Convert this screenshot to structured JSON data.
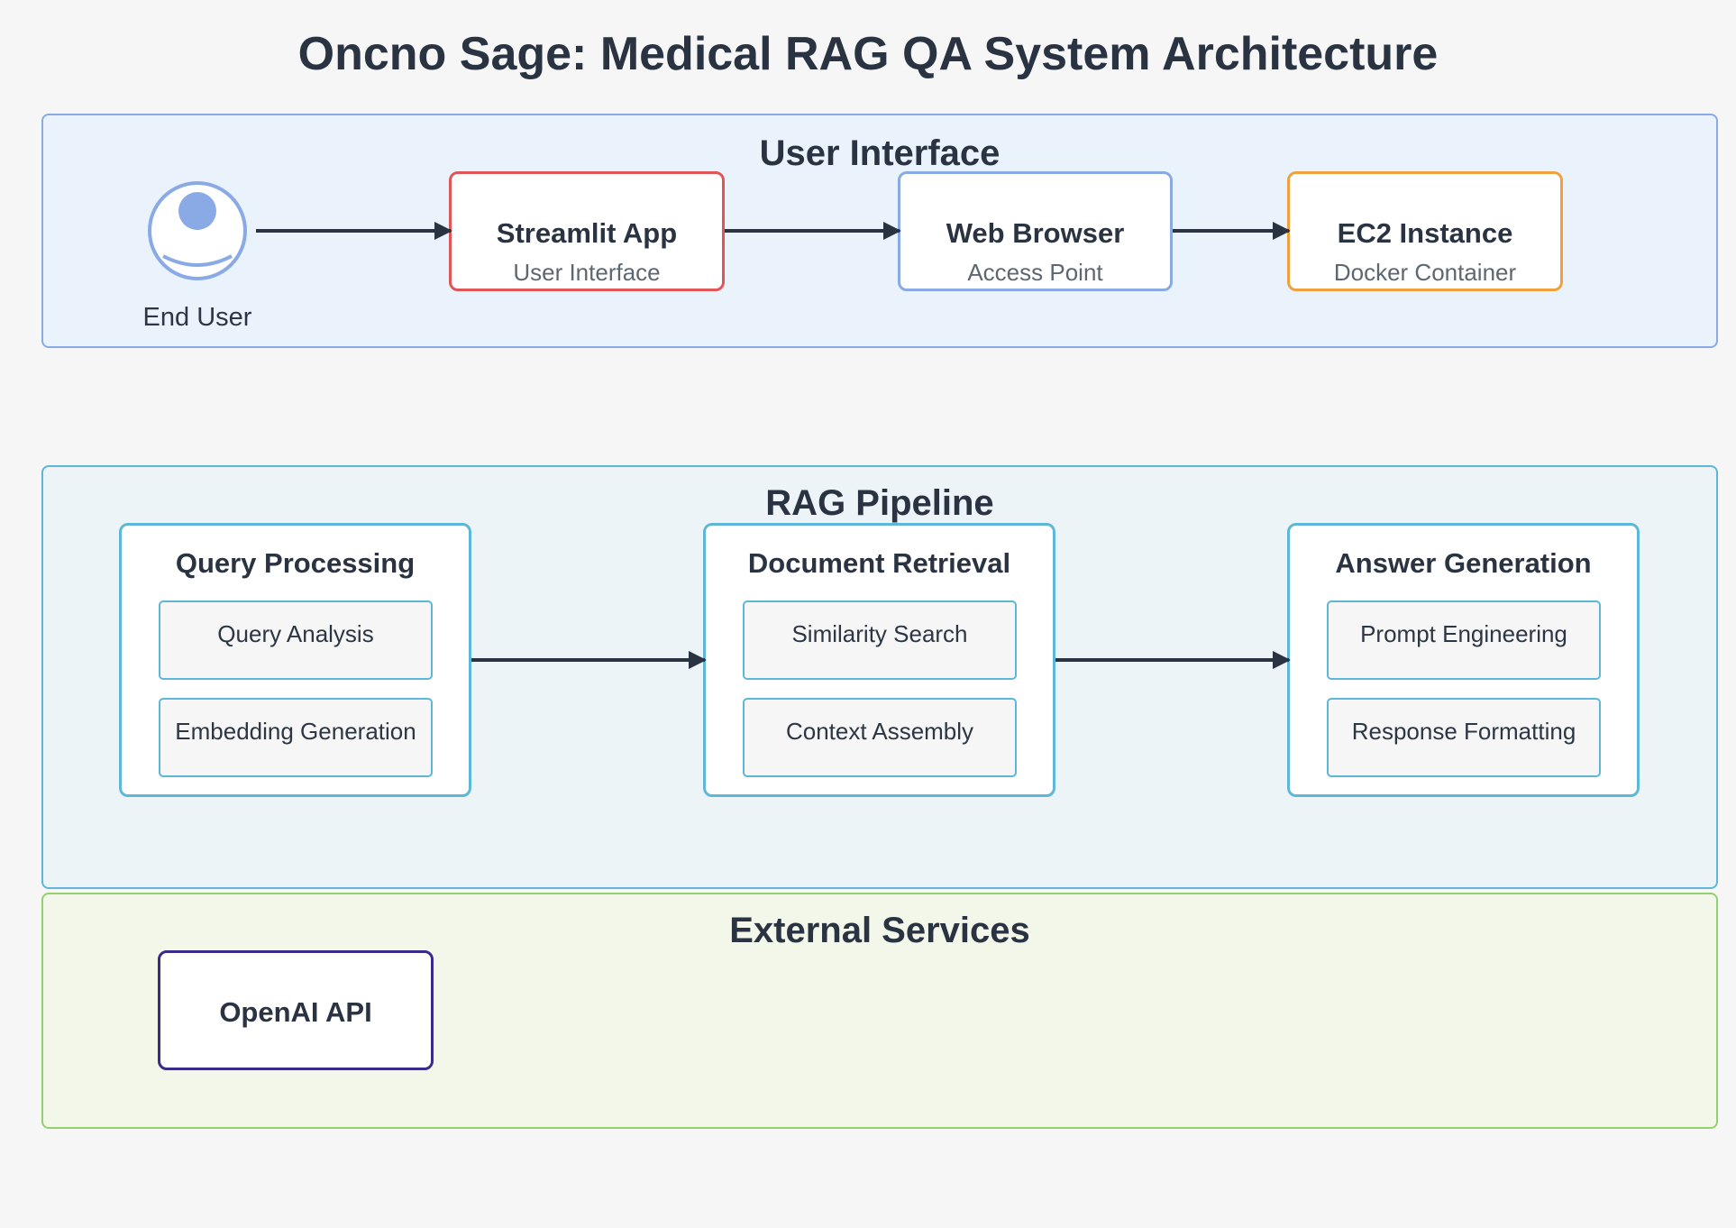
{
  "title": "Oncno Sage: Medical RAG QA System Architecture",
  "colors": {
    "ui_group_fill": "#eaf2fc",
    "ui_group_border": "#8aaae6",
    "rag_group_fill": "#edf4f7",
    "rag_group_border": "#5eb7d8",
    "ext_group_fill": "#f3f7ea",
    "ext_group_border": "#92d16e",
    "streamlit_border": "#e05555",
    "browser_border": "#8aaae6",
    "ec2_border": "#f0a03c",
    "openai_border": "#3a2a8a",
    "arrow": "#2a3342"
  },
  "user_interface": {
    "title": "User Interface",
    "user": {
      "label": "End User",
      "icon": "user-icon"
    },
    "nodes": [
      {
        "title": "Streamlit App",
        "subtitle": "User Interface"
      },
      {
        "title": "Web Browser",
        "subtitle": "Access Point"
      },
      {
        "title": "EC2 Instance",
        "subtitle": "Docker Container"
      }
    ]
  },
  "rag_pipeline": {
    "title": "RAG Pipeline",
    "stages": [
      {
        "title": "Query Processing",
        "steps": [
          "Query Analysis",
          "Embedding Generation"
        ]
      },
      {
        "title": "Document Retrieval",
        "steps": [
          "Similarity Search",
          "Context Assembly"
        ]
      },
      {
        "title": "Answer Generation",
        "steps": [
          "Prompt Engineering",
          "Response Formatting"
        ]
      }
    ]
  },
  "external_services": {
    "title": "External Services",
    "nodes": [
      {
        "title": "OpenAI API"
      }
    ]
  }
}
